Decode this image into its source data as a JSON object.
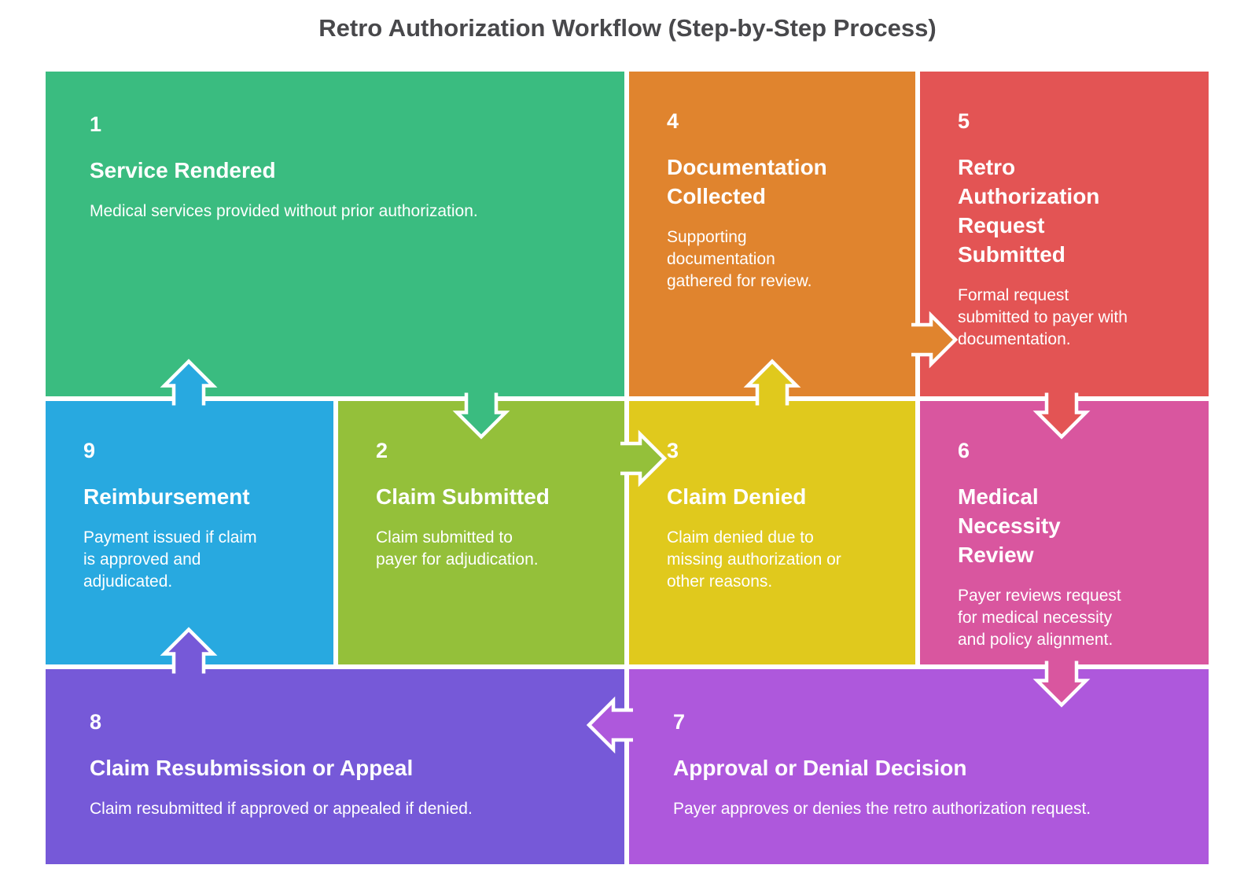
{
  "title": "Retro Authorization Workflow (Step-by-Step Process)",
  "title_color": "#48484b",
  "text_color": "#ffffff",
  "steps": [
    {
      "number": "1",
      "heading": "Service Rendered",
      "description": "Medical services provided without prior authorization.",
      "color": "#3abc80"
    },
    {
      "number": "2",
      "heading": "Claim Submitted",
      "description": "Claim submitted to payer for adjudication.",
      "color": "#94c03a"
    },
    {
      "number": "3",
      "heading": "Claim Denied",
      "description": "Claim denied due to missing authorization or other reasons.",
      "color": "#e0c91d"
    },
    {
      "number": "4",
      "heading": "Documentation Collected",
      "description": "Supporting documentation gathered for review.",
      "color": "#e0842e"
    },
    {
      "number": "5",
      "heading": "Retro Authorization Request Submitted",
      "description": "Formal request submitted to payer with documentation.",
      "color": "#e35454"
    },
    {
      "number": "6",
      "heading": "Medical Necessity Review",
      "description": "Payer reviews request for medical necessity and policy alignment.",
      "color": "#d9569f"
    },
    {
      "number": "7",
      "heading": "Approval or Denial Decision",
      "description": "Payer approves or denies the retro authorization request.",
      "color": "#ae58dc"
    },
    {
      "number": "8",
      "heading": "Claim Resubmission or Appeal",
      "description": "Claim resubmitted if approved or appealed if denied.",
      "color": "#7659d8"
    },
    {
      "number": "9",
      "heading": "Reimbursement",
      "description": "Payment issued if claim is approved and adjudicated.",
      "color": "#28a9e0"
    }
  ],
  "flow": {
    "arrows": [
      {
        "from": "1",
        "to": "2",
        "direction": "down"
      },
      {
        "from": "2",
        "to": "3",
        "direction": "right"
      },
      {
        "from": "3",
        "to": "4",
        "direction": "up"
      },
      {
        "from": "4",
        "to": "5",
        "direction": "right"
      },
      {
        "from": "5",
        "to": "6",
        "direction": "down"
      },
      {
        "from": "6",
        "to": "7",
        "direction": "down"
      },
      {
        "from": "7",
        "to": "8",
        "direction": "left"
      },
      {
        "from": "8",
        "to": "9",
        "direction": "up"
      },
      {
        "from": "9",
        "to": "1",
        "direction": "up"
      }
    ]
  }
}
